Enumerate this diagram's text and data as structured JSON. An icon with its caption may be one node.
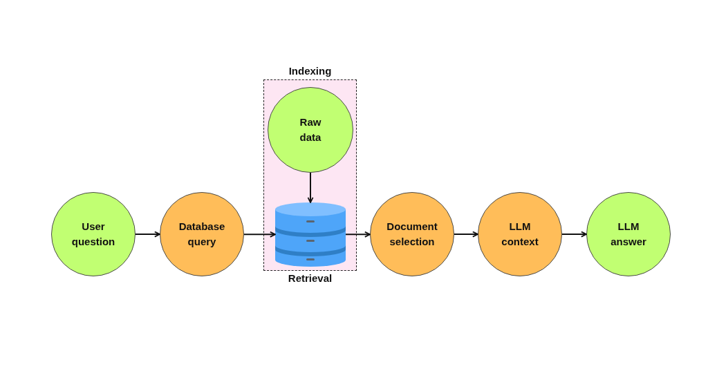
{
  "diagram": {
    "nodes": [
      {
        "text": [
          "User question"
        ]
      },
      {
        "text": [
          "Database query"
        ]
      },
      {
        "text": [
          "Indexing",
          "Retrieval"
        ]
      },
      {
        "text": [
          "Raw data"
        ],
        "in": 2
      },
      {
        "text": [],
        "shape": "cylinder",
        "in": 2
      },
      {
        "text": [
          "Document selection"
        ]
      },
      {
        "text": [
          "LLM context"
        ]
      },
      {
        "text": [
          "LLM answer"
        ]
      }
    ],
    "edges": [
      {
        "from": 0,
        "to": 1,
        "arrow": "to"
      },
      {
        "from": 1,
        "to": 4,
        "arrow": "to"
      },
      {
        "from": 3,
        "to": 4,
        "arrow": "to"
      },
      {
        "from": 4,
        "to": 5,
        "arrow": "to"
      },
      {
        "from": 5,
        "to": 6,
        "arrow": "to"
      },
      {
        "from": 6,
        "to": 7,
        "arrow": "to"
      }
    ]
  }
}
